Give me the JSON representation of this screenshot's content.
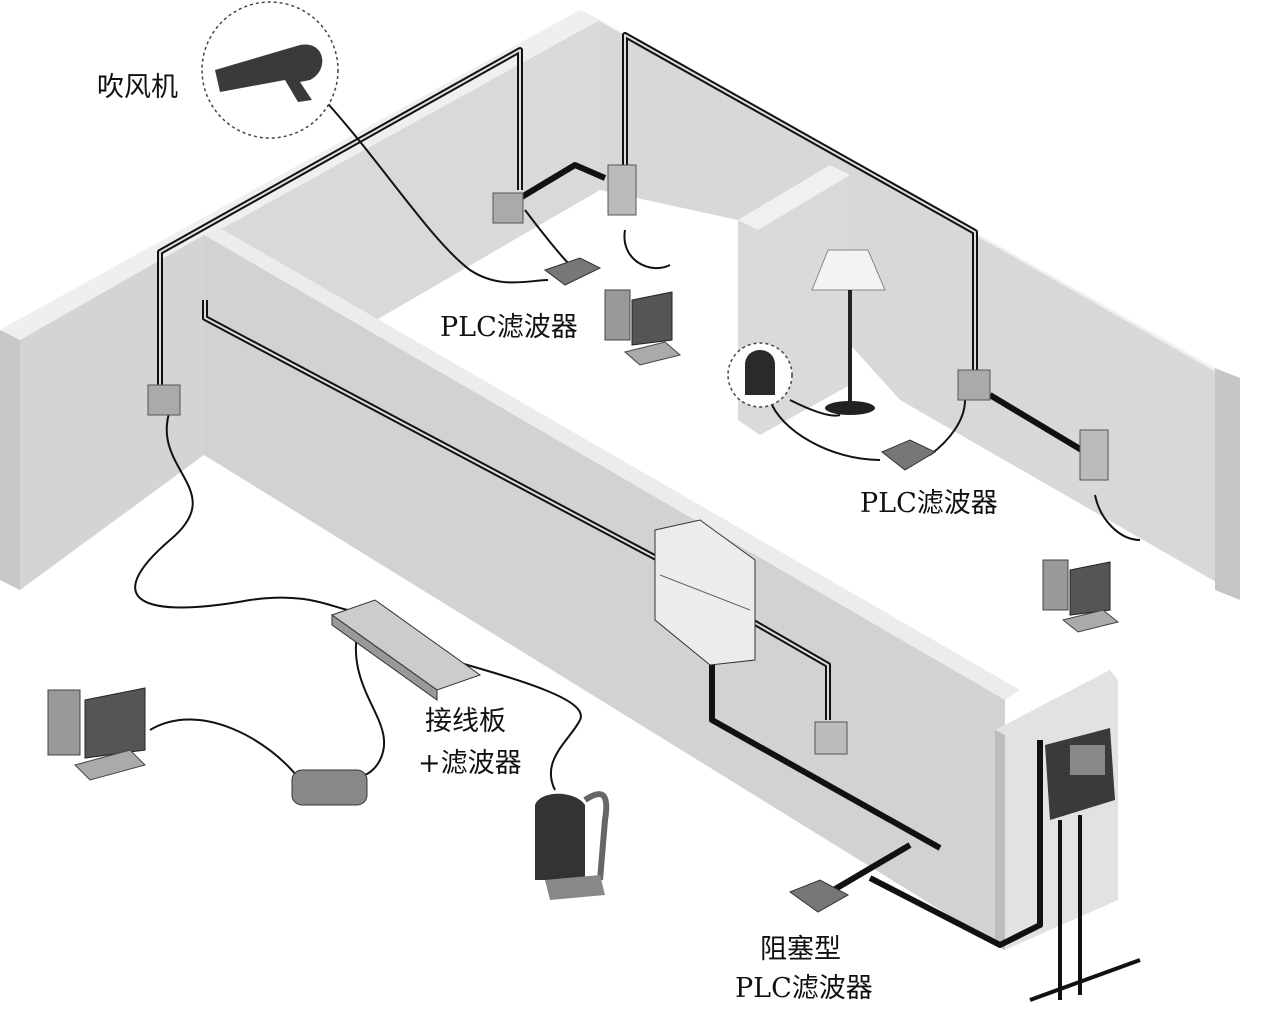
{
  "labels": {
    "hair_dryer": "吹风机",
    "plc_filter_1": "PLC滤波器",
    "plc_filter_2": "PLC滤波器",
    "power_strip_line1": "接线板",
    "power_strip_line2": "+滤波器",
    "blocking_filter_line1": "阻塞型",
    "blocking_filter_line2": "PLC滤波器"
  },
  "colors": {
    "wall_face": "#d6d6d6",
    "wall_top": "#eeeeee",
    "wall_side": "#c4c4c4",
    "floor": "#ffffff",
    "wire": "#111111",
    "device_dark": "#3a3a3a"
  }
}
